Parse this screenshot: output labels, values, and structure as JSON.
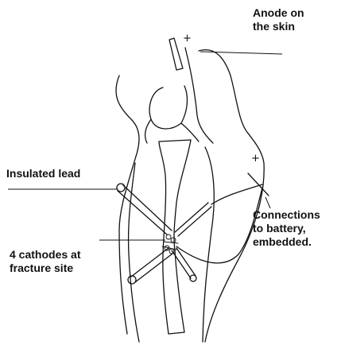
{
  "labels": {
    "anode": [
      "Anode on",
      "the skin"
    ],
    "insulated_lead": "Insulated lead",
    "connections": [
      "Connections",
      "to battery,",
      "embedded."
    ],
    "cathodes": [
      "4 cathodes at",
      "fracture site"
    ]
  },
  "signs": {
    "anode_plus": "+",
    "connection_plus": "+"
  }
}
